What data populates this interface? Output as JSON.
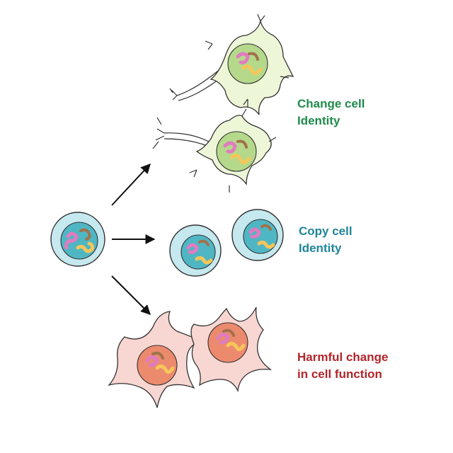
{
  "outcomes": {
    "change": {
      "line1": "Change cell",
      "line2": "Identity",
      "color": "#1e8a4a"
    },
    "copy": {
      "line1": "Copy cell",
      "line2": "Identity",
      "color": "#1f8598"
    },
    "harmful": {
      "line1": "Harmful change",
      "line2": "in cell function",
      "color": "#b2242a"
    }
  },
  "colors": {
    "stem_cell_fill": "#c6e8ef",
    "stem_nucleus": "#4fb6c4",
    "neuron_fill": "#eef6d8",
    "neuron_nucleus": "#b5d98a",
    "harmful_fill": "#f8d6d2",
    "harmful_nucleus": "#ec8a6e",
    "chromatin_pink": "#e07cc0",
    "chromatin_yellow": "#f6c65a",
    "chromatin_brown": "#a0724a",
    "arrow": "#111111"
  }
}
